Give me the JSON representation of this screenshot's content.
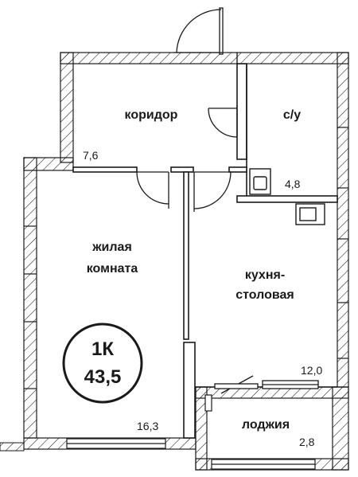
{
  "plan": {
    "badge": {
      "type": "1К",
      "total_area": "43,5"
    },
    "rooms": {
      "corridor": {
        "name": "коридор",
        "area": "7,6"
      },
      "bathroom": {
        "name": "с/у",
        "area": "4,8"
      },
      "living": {
        "name_line1": "жилая",
        "name_line2": "комната",
        "area": "16,3"
      },
      "kitchen": {
        "name_line1": "кухня-",
        "name_line2": "столовая",
        "area": "12,0"
      },
      "loggia": {
        "name": "лоджия",
        "area": "2,8"
      }
    },
    "colors": {
      "wall": "#1a1a1a",
      "hatch": "#1a1a1a",
      "background": "#ffffff"
    }
  }
}
